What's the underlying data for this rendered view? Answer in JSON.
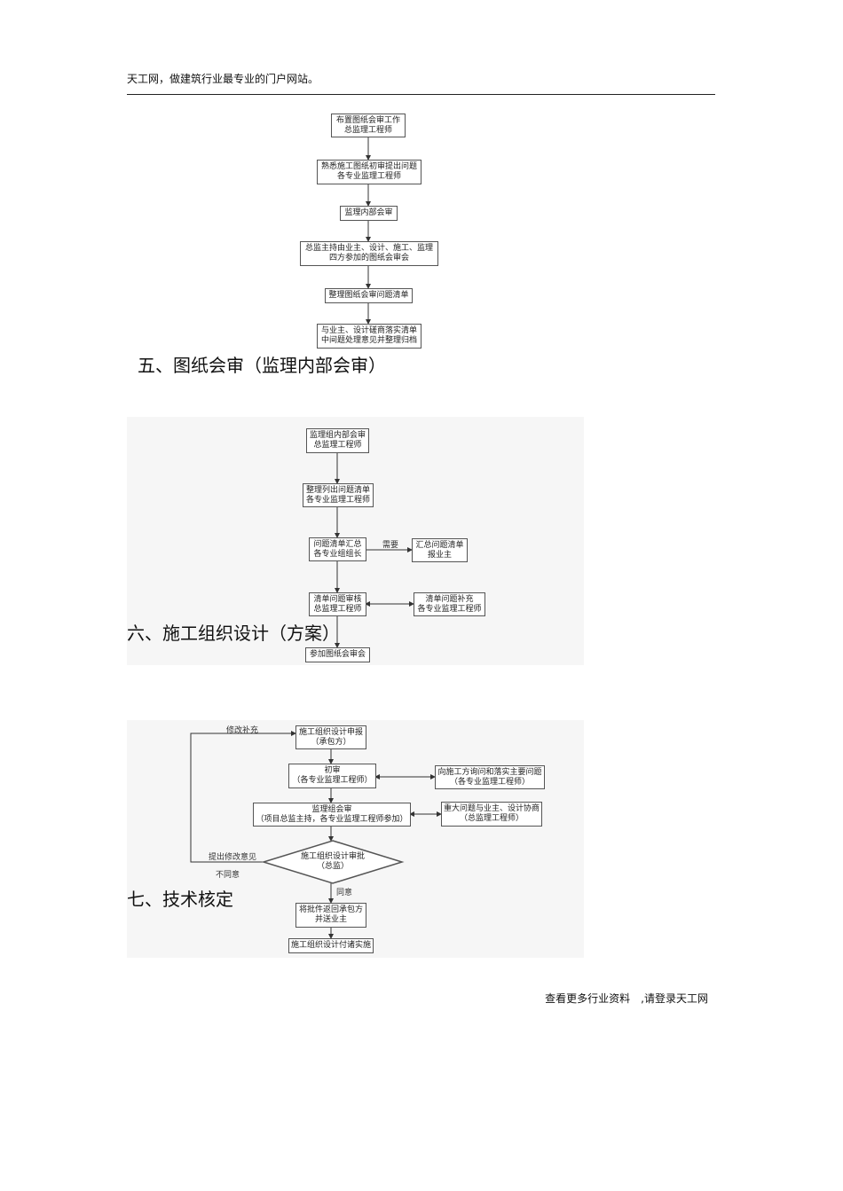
{
  "header": {
    "text": "天工网，做建筑行业最专业的门户网站。"
  },
  "footer": {
    "text": "查看更多行业资料　,请登录天工网"
  },
  "section5": {
    "heading": "五、图纸会审（监理内部会审）",
    "boxes": [
      [
        "布置图纸会审工作",
        "总监理工程师"
      ],
      [
        "熟悉施工图纸初审提出问题",
        "各专业监理工程师"
      ],
      [
        "监理内部会审"
      ],
      [
        "总监主持由业主、设计、施工、监理",
        "四方参加的图纸会审会"
      ],
      [
        "整理图纸会审问题清单"
      ],
      [
        "与业主、设计磋商落实清单",
        "中间题处理意见并整理归档"
      ]
    ]
  },
  "section6": {
    "heading": "六、施工组织设计（方案）",
    "boxes": [
      [
        "监理组内部会审",
        "总监理工程师"
      ],
      [
        "整理列出问题清单",
        "各专业监理工程师"
      ],
      [
        "问题清单汇总",
        "各专业组组长"
      ],
      [
        "汇总问题清单",
        "报业主"
      ],
      [
        "清单问题审核",
        "总监理工程师"
      ],
      [
        "清单问题补充",
        "各专业监理工程师"
      ],
      [
        "参加图纸会审会"
      ]
    ],
    "labels": {
      "need": "需要"
    }
  },
  "section7": {
    "heading": "七、技术核定",
    "boxes": [
      [
        "施工组织设计申报",
        "（承包方）"
      ],
      [
        "初审",
        "（各专业监理工程师）"
      ],
      [
        "向施工方询问和落实主要问题",
        "（各专业监理工程师）"
      ],
      [
        "监理组会审",
        "（项目总监主持，各专业监理工程师参加）"
      ],
      [
        "重大问题与业主、设计协商",
        "（总监理工程师）"
      ],
      [
        "将批件返回承包方",
        "并送业主"
      ],
      [
        "施工组织设计付诸实施"
      ]
    ],
    "diamond": [
      "施工组织设计审批",
      "（总监）"
    ],
    "labels": {
      "revise": "修改补充",
      "propose": "提出修改意见",
      "disagree": "不同意",
      "agree": "同意"
    }
  }
}
